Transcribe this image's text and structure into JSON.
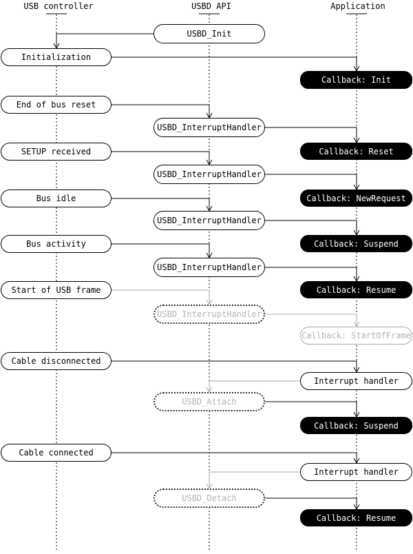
{
  "columns": [
    "USB controller",
    "USBD API",
    "Application"
  ],
  "events": [
    "Initialization",
    "End of bus reset",
    "SETUP received",
    "Bus idle",
    "Bus activity",
    "Start of USB frame",
    "Cable disconnected",
    "Cable connected"
  ],
  "api": {
    "init": "USBD_Init",
    "interrupt_handler": "USBD_InterruptHandler",
    "attach": "USBD_Attach",
    "detach": "USBD_Detach"
  },
  "callbacks": {
    "init": "Callback: Init",
    "reset": "Callback: Reset",
    "new_request": "Callback: NewRequest",
    "suspend": "Callback: Suspend",
    "resume": "Callback: Resume",
    "start_of_frame": "Callback: StartOfFrame"
  },
  "interrupt_handler_label": "Interrupt handler",
  "colors": {
    "node_border": "#000000",
    "node_fill": "#ffffff",
    "callback_fill": "#000000",
    "callback_text": "#ffffff",
    "inactive_text": "#b3b3b3",
    "inactive_line": "#a9a9a9",
    "line": "#000000"
  },
  "flows": [
    {
      "from": "USBD_Init",
      "to": "Initialization",
      "state": "active"
    },
    {
      "from": "Initialization",
      "to": "Callback: Init",
      "state": "active"
    },
    {
      "from": "End of bus reset",
      "to": "USBD_InterruptHandler",
      "state": "active"
    },
    {
      "from": "USBD_InterruptHandler",
      "to": "Callback: Reset",
      "state": "active"
    },
    {
      "from": "SETUP received",
      "to": "USBD_InterruptHandler",
      "state": "active"
    },
    {
      "from": "USBD_InterruptHandler",
      "to": "Callback: NewRequest",
      "state": "active"
    },
    {
      "from": "Bus idle",
      "to": "USBD_InterruptHandler",
      "state": "active"
    },
    {
      "from": "USBD_InterruptHandler",
      "to": "Callback: Suspend",
      "state": "active"
    },
    {
      "from": "Bus activity",
      "to": "USBD_InterruptHandler",
      "state": "active"
    },
    {
      "from": "USBD_InterruptHandler",
      "to": "Callback: Resume",
      "state": "active"
    },
    {
      "from": "Start of USB frame",
      "to": "USBD_InterruptHandler",
      "state": "inactive"
    },
    {
      "from": "USBD_InterruptHandler",
      "to": "Callback: StartOfFrame",
      "state": "inactive"
    },
    {
      "from": "Cable disconnected",
      "to": "Interrupt handler",
      "state": "active"
    },
    {
      "from": "Interrupt handler",
      "to": "USBD_Attach",
      "state": "inactive"
    },
    {
      "from": "USBD_Attach",
      "to": "Callback: Suspend",
      "state": "active"
    },
    {
      "from": "Cable connected",
      "to": "Interrupt handler",
      "state": "active"
    },
    {
      "from": "Interrupt handler",
      "to": "USBD_Detach",
      "state": "inactive"
    },
    {
      "from": "USBD_Detach",
      "to": "Callback: Resume",
      "state": "active"
    }
  ]
}
